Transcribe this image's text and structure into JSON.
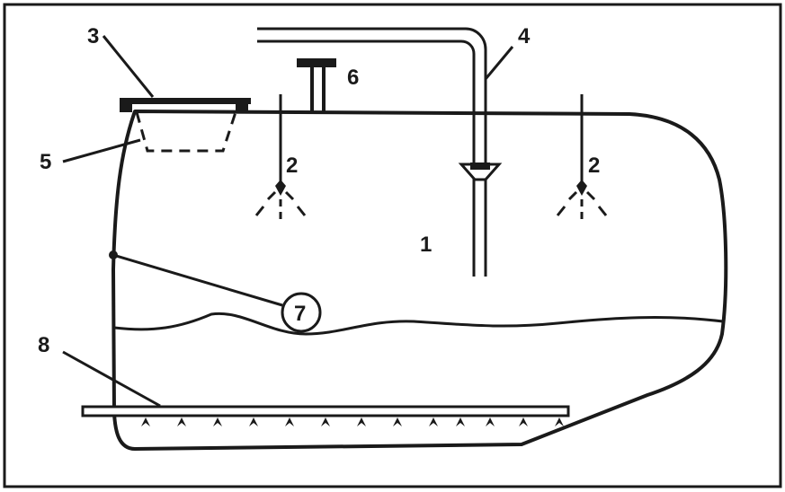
{
  "diagram": {
    "labels": {
      "tank": "1",
      "nozzle_left": "2",
      "nozzle_right": "2",
      "lid": "3",
      "pipe": "4",
      "strainer": "5",
      "vent": "6",
      "level": "7",
      "agitator": "8"
    },
    "colors": {
      "stroke": "#1a1a1a",
      "background": "#ffffff"
    }
  }
}
